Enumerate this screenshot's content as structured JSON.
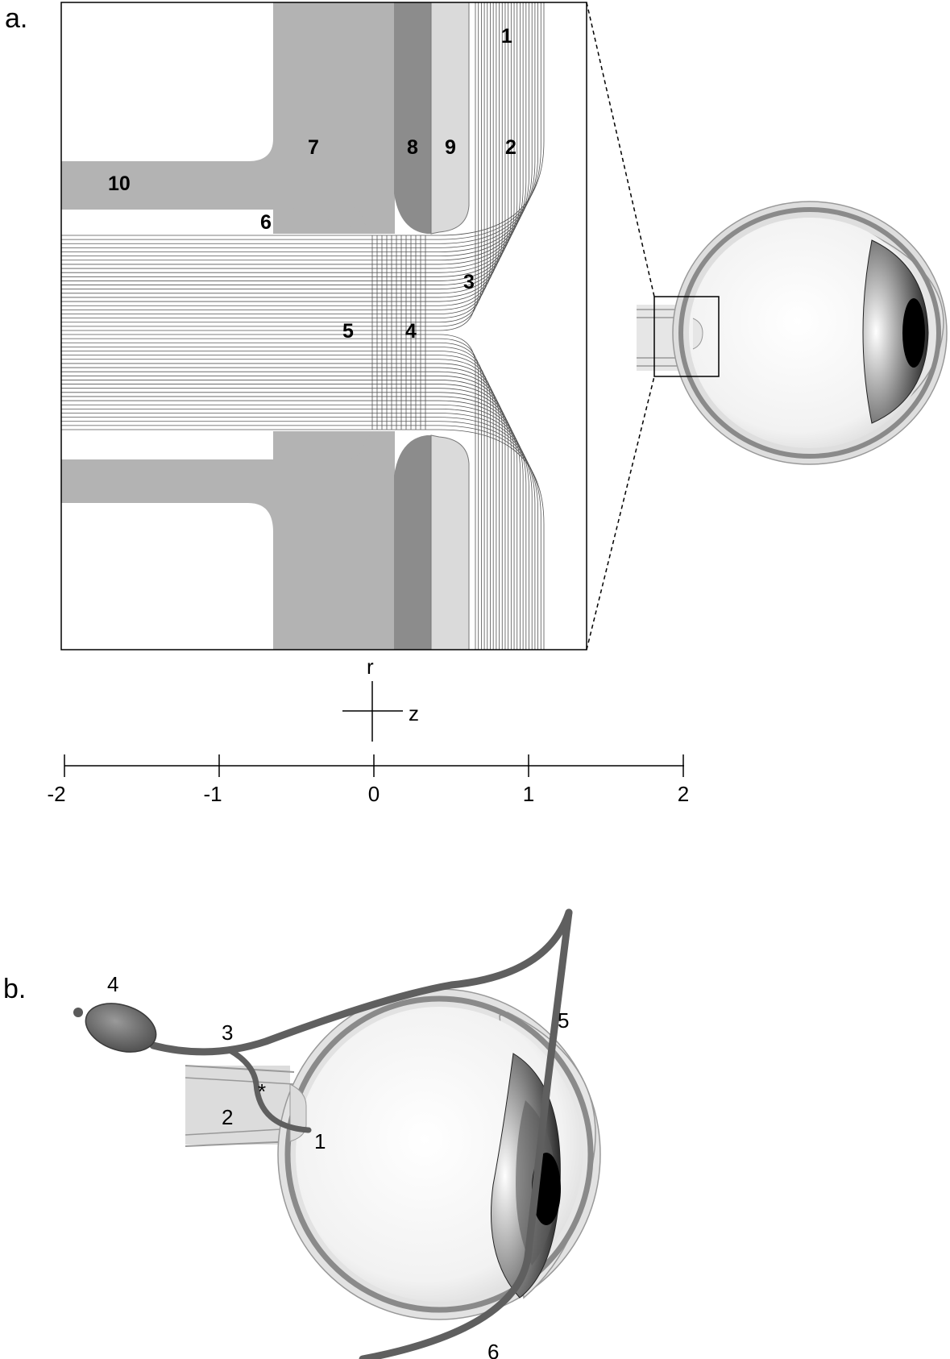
{
  "panel_a": {
    "panel_label": "a.",
    "region_labels": [
      "1",
      "2",
      "3",
      "4",
      "5",
      "6",
      "7",
      "8",
      "9",
      "10"
    ],
    "axis_r": "r",
    "axis_z": "z",
    "scale_ticks": [
      "-2",
      "-1",
      "0",
      "1",
      "2"
    ]
  },
  "panel_b": {
    "panel_label": "b.",
    "labels": [
      "1",
      "2",
      "3",
      "4",
      "5",
      "6"
    ],
    "asterisk": "*"
  },
  "colors": {
    "tissue_light": "#d9d9d9",
    "tissue_mid": "#b3b3b3",
    "tissue_dark": "#8c8c8c",
    "vessel": "#5f5f5f",
    "outline": "#000000"
  }
}
